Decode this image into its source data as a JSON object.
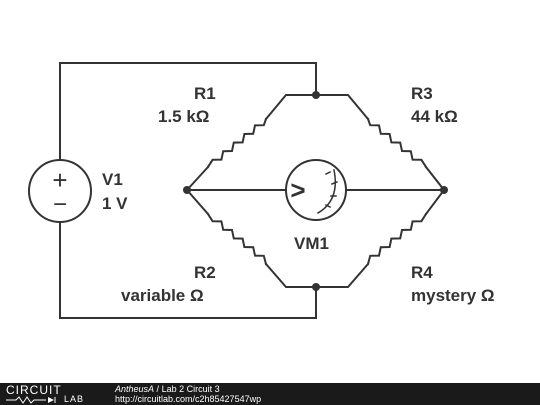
{
  "components": {
    "v1": {
      "name": "V1",
      "value": "1 V"
    },
    "r1": {
      "name": "R1",
      "value": "1.5 kΩ"
    },
    "r2": {
      "name": "R2",
      "value": "variable Ω"
    },
    "r3": {
      "name": "R3",
      "value": "44 kΩ"
    },
    "r4": {
      "name": "R4",
      "value": "mystery Ω"
    },
    "vm1": {
      "name": "VM1"
    }
  },
  "source_symbol": {
    "plus": "+",
    "minus": "−"
  },
  "meter_symbol": ">",
  "footer": {
    "logo_top": "CIRCUIT",
    "logo_bottom": "LAB",
    "author": "AntheusA",
    "separator": "/",
    "title": "Lab 2 Circuit 3",
    "url": "http://circuitlab.com/c2h85427547wp"
  },
  "colors": {
    "wire": "#333333",
    "footer_bg": "#1a1a1a"
  }
}
